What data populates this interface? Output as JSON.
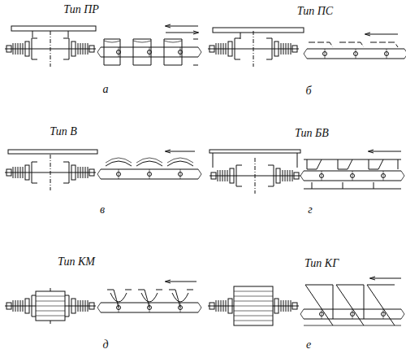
{
  "diagram": {
    "labels": [
      "Тип ПР",
      "Тип ПС",
      "а",
      "б",
      "Тип В",
      "Тип БВ",
      "в",
      "г",
      "Тип КМ",
      "Тип КГ",
      "д",
      "е"
    ]
  }
}
